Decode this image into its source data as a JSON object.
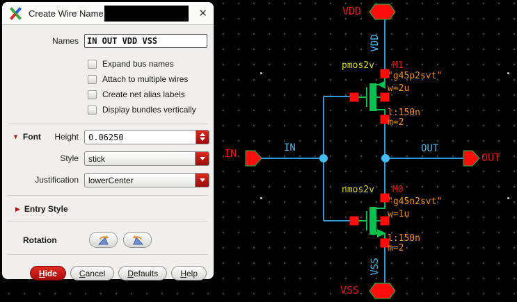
{
  "dialog": {
    "title": "Create Wire Name",
    "names": {
      "label": "Names",
      "value": "IN OUT VDD VSS"
    },
    "checkboxes": [
      {
        "label": "Expand bus names",
        "checked": false
      },
      {
        "label": "Attach to multiple wires",
        "checked": false
      },
      {
        "label": "Create net alias labels",
        "checked": false
      },
      {
        "label": "Display bundles vertically",
        "checked": false
      }
    ],
    "font": {
      "section_label": "Font",
      "height_label": "Height",
      "height_value": "0.06250",
      "style_label": "Style",
      "style_value": "stick",
      "justification_label": "Justification",
      "justification_value": "lowerCenter"
    },
    "entry_style": {
      "section_label": "Entry Style"
    },
    "rotation": {
      "label": "Rotation"
    },
    "buttons": {
      "hide": "Hide",
      "cancel": "Cancel",
      "defaults": "Defaults",
      "help": "Help"
    },
    "icons": {
      "close": "✕",
      "expanded_triangle": "▼",
      "collapsed_triangle": "▶"
    }
  },
  "schematic": {
    "vdd": {
      "pin_label": "VDD",
      "net_label": "VDD"
    },
    "vss": {
      "pin_label": "VSS",
      "net_label": "VSS"
    },
    "input": {
      "pin_label": "IN",
      "net_label": "IN"
    },
    "output": {
      "pin_label": "OUT",
      "net_label": "OUT"
    },
    "pmos": {
      "model": "pmos2v",
      "name": "M1",
      "cell": "\"g45p2svt\"",
      "w": "w=2u",
      "l": "l:150n",
      "m": "m=2"
    },
    "nmos": {
      "model": "nmos2v",
      "name": "M0",
      "cell": "\"g45n2svt\"",
      "w": "w=1u",
      "l": "l:150n",
      "m": "m=2"
    },
    "colors": {
      "wire": "#2e9ad8",
      "junction": "#45bdf4",
      "device": "#00c050",
      "pin": "#ff0d0d",
      "pin_text": "#e81414",
      "net_label": "#3fbdf2",
      "instance": "#d8d816",
      "param": "#ef8e1a"
    }
  }
}
